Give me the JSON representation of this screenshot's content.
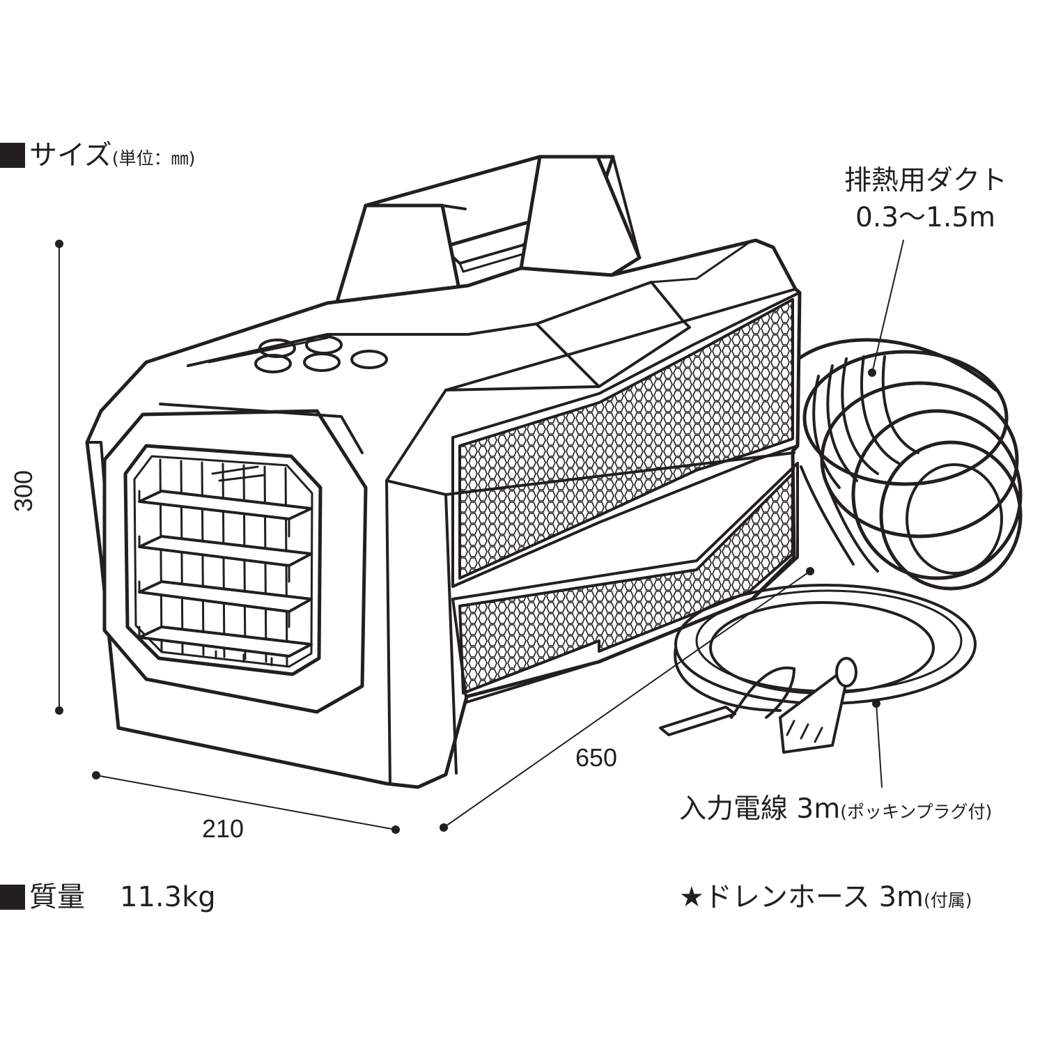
{
  "size_heading": {
    "label": "サイズ",
    "unit_note": "(単位：㎜)"
  },
  "weight": {
    "label": "質量",
    "value": "11.3kg"
  },
  "dimensions": {
    "height": "300",
    "width": "210",
    "length": "650"
  },
  "exhaust_duct": {
    "label": "排熱用ダクト",
    "length": "0.3〜1.5m"
  },
  "power_cord": {
    "label": "入力電線",
    "length": "3m",
    "note": "(ポッキンプラグ付)"
  },
  "drain_hose": {
    "label": "★ドレンホース",
    "length": "3m",
    "note": "(付属)"
  },
  "colors": {
    "ink": "#231f20",
    "background": "#ffffff"
  }
}
